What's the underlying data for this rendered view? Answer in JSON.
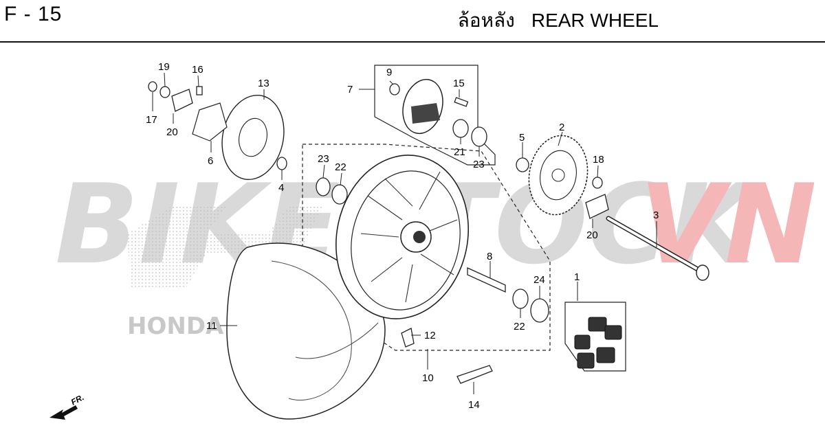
{
  "header": {
    "page_code": "F - 15",
    "title_thai": "ล้อหลัง",
    "title_en": "REAR WHEEL"
  },
  "watermark": {
    "brand_left": "BIKESTOCK",
    "brand_right": "VN",
    "brand_mark": "HONDA"
  },
  "direction_indicator": "FR.",
  "callouts": [
    {
      "id": "1",
      "part": "damper-set"
    },
    {
      "id": "2",
      "part": "driven-sprocket"
    },
    {
      "id": "3",
      "part": "rear-axle"
    },
    {
      "id": "4",
      "part": "collar"
    },
    {
      "id": "5",
      "part": "collar"
    },
    {
      "id": "6",
      "part": "brake-disc-plate"
    },
    {
      "id": "7",
      "part": "driven-flange-assembly"
    },
    {
      "id": "8",
      "part": "distance-collar"
    },
    {
      "id": "9",
      "part": "collar"
    },
    {
      "id": "10",
      "part": "rear-wheel-assembly"
    },
    {
      "id": "11",
      "part": "rear-tire"
    },
    {
      "id": "12",
      "part": "tire-valve"
    },
    {
      "id": "13",
      "part": "rear-brake-disc"
    },
    {
      "id": "14",
      "part": "balance-weight"
    },
    {
      "id": "15",
      "part": "stud-bolt"
    },
    {
      "id": "16",
      "part": "disc-bolt"
    },
    {
      "id": "17",
      "part": "nut"
    },
    {
      "id": "18",
      "part": "sprocket-nut"
    },
    {
      "id": "19",
      "part": "washer"
    },
    {
      "id": "20",
      "part": "chain-adjuster-plate"
    },
    {
      "id": "21",
      "part": "bearing"
    },
    {
      "id": "22",
      "part": "bearing"
    },
    {
      "id": "23",
      "part": "dust-seal"
    },
    {
      "id": "24",
      "part": "o-ring"
    }
  ],
  "colors": {
    "rule": "#111111",
    "watermark_grey": "#d9d9d9",
    "watermark_red": "#f4b6b6",
    "line": "#222222"
  }
}
